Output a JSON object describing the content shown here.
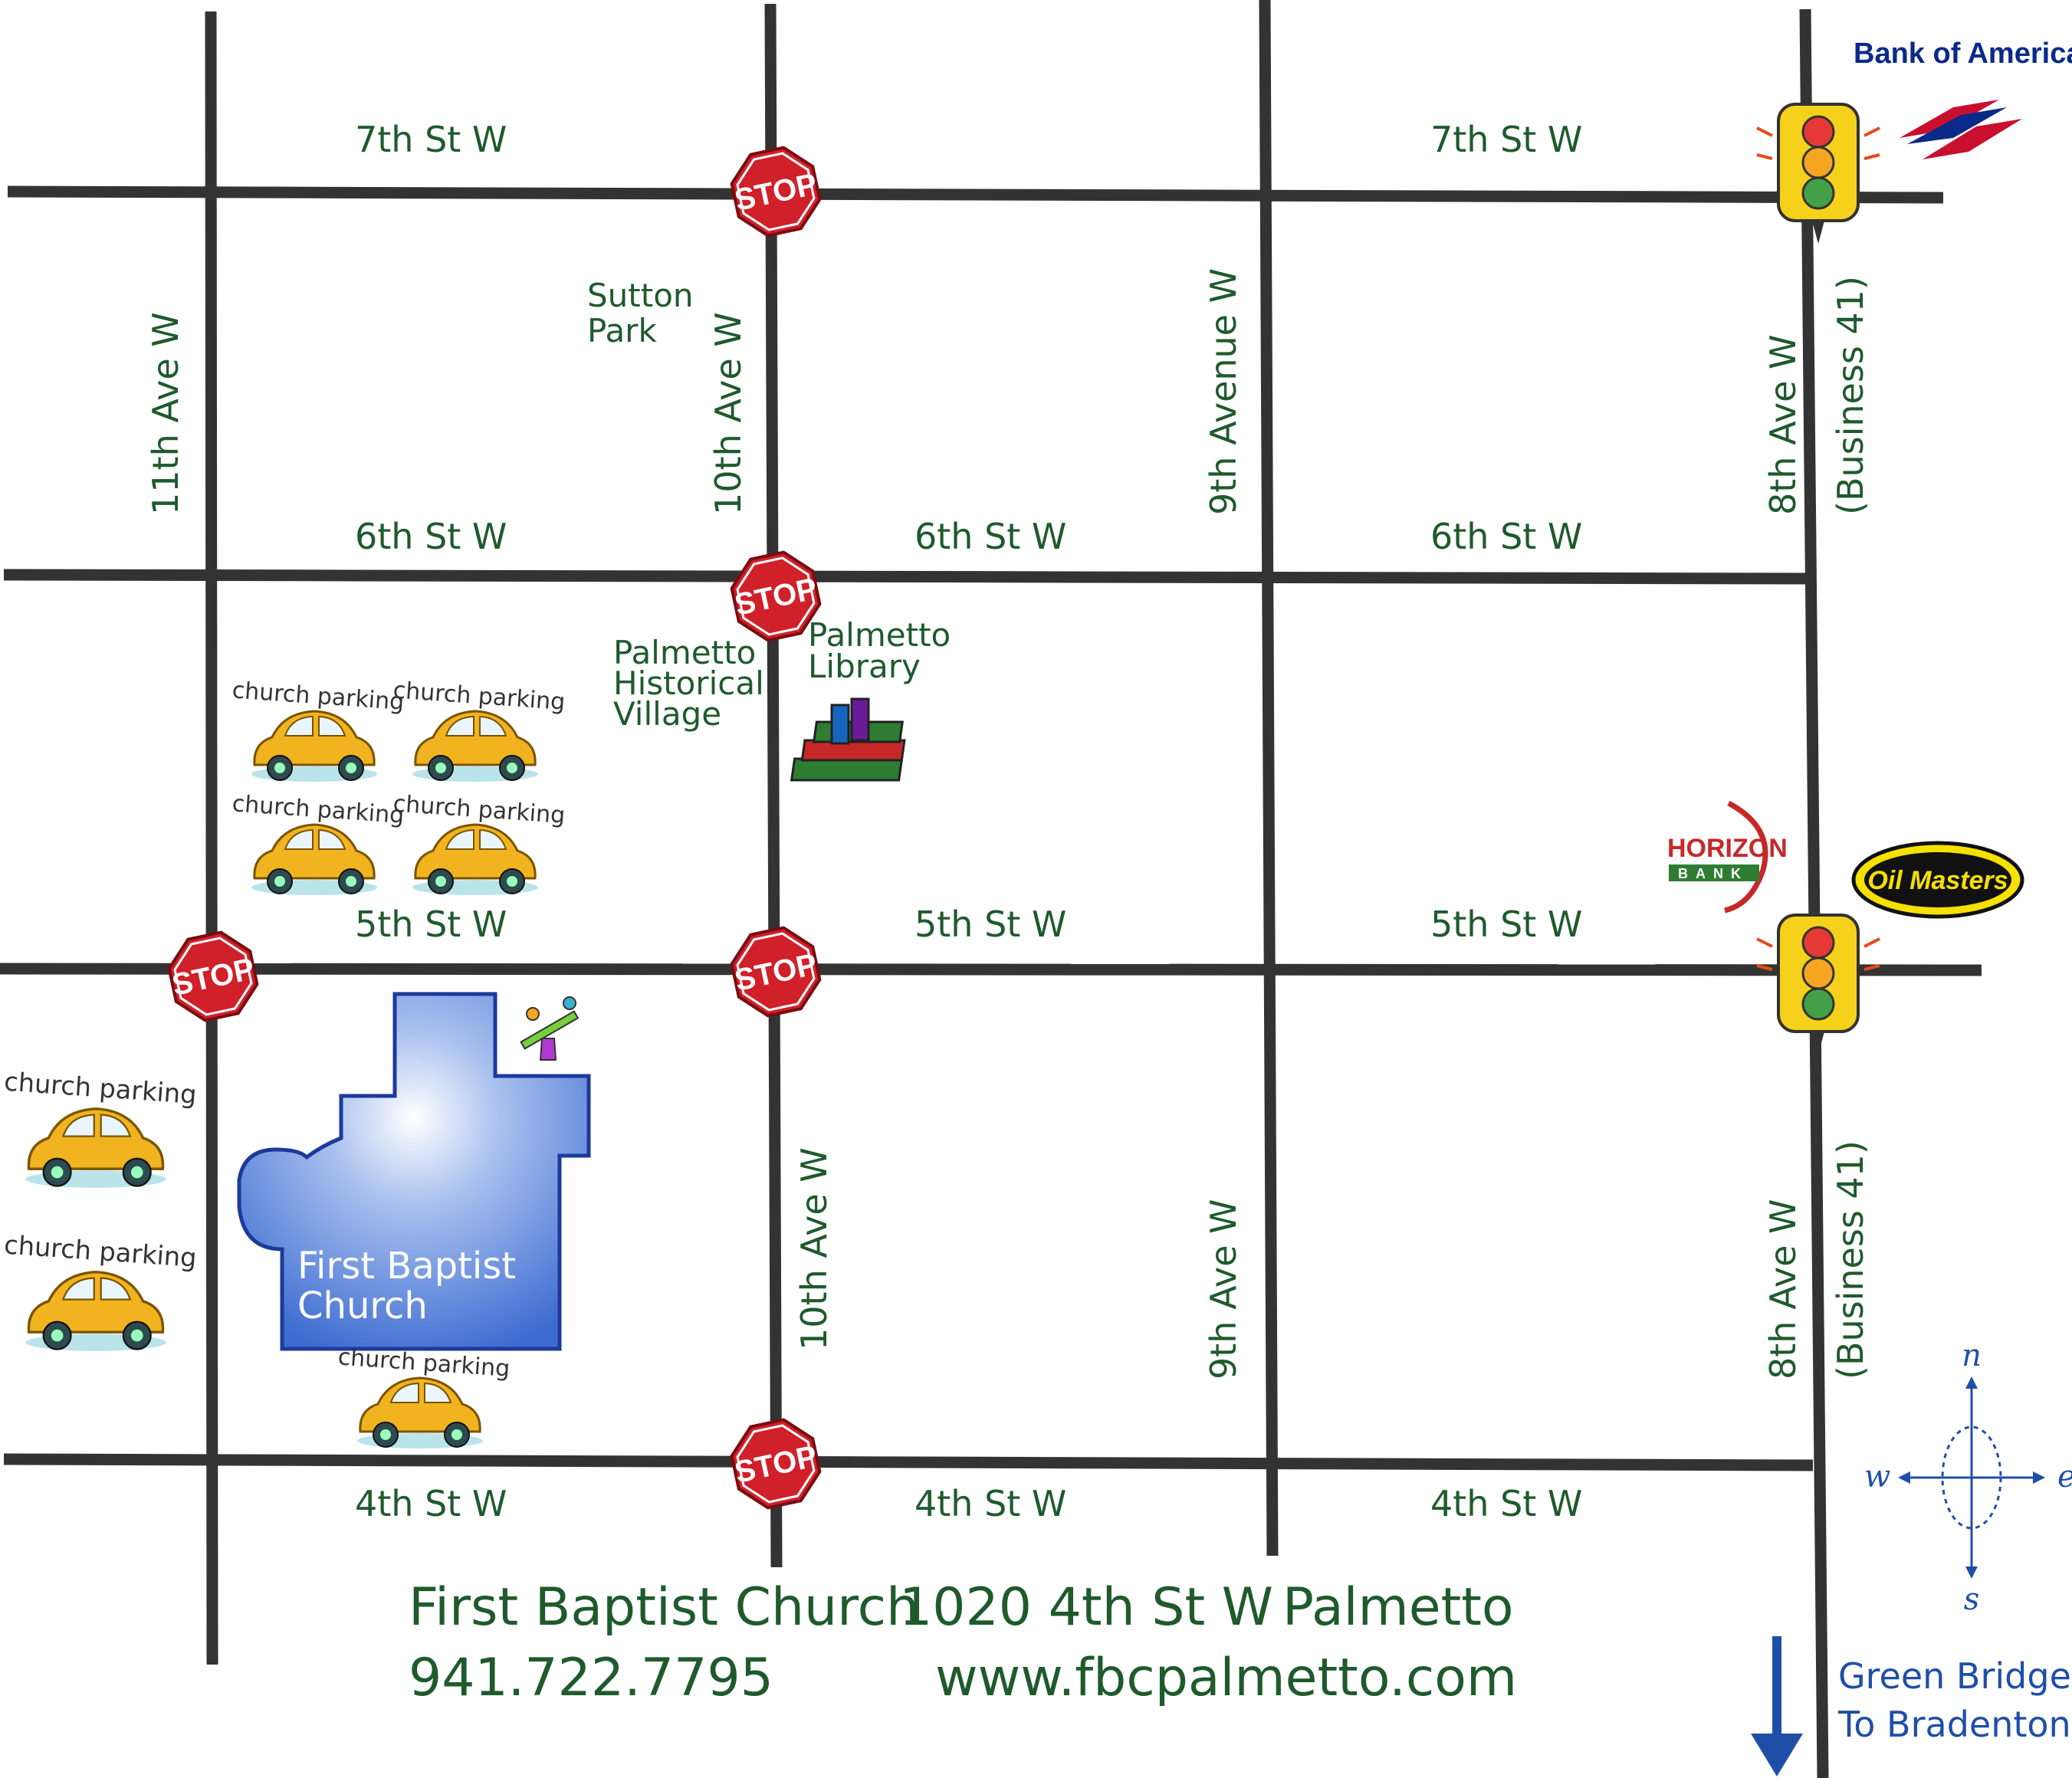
{
  "streets": {
    "st7_left": "7th St W",
    "st7_right": "7th St W",
    "st6_left": "6th St W",
    "st6_mid": "6th St W",
    "st6_right": "6th St W",
    "st5_left": "5th St W",
    "st5_mid": "5th St W",
    "st5_right": "5th St W",
    "st4_left": "4th St W",
    "st4_mid": "4th St W",
    "st4_right": "4th St W",
    "ave11": "11th Ave W",
    "ave10_top": "10th Ave W",
    "ave10_bottom": "10th Ave W",
    "ave9_top": "9th Avenue W",
    "ave9_bottom": "9th Ave W",
    "ave8_top": "8th Ave W",
    "ave8_top_alt": "(Business 41)",
    "ave8_bottom": "8th Ave W",
    "ave8_bottom_alt": "(Business 41)"
  },
  "places": {
    "sutton_line1": "Sutton",
    "sutton_line2": "Park",
    "village_line1": "Palmetto",
    "village_line2": "Historical",
    "village_line3": "Village",
    "library_line1": "Palmetto",
    "library_line2": "Library",
    "church_line1": "First Baptist",
    "church_line2": "Church"
  },
  "parking_label": "church parking",
  "stop_label": "STOP",
  "logos": {
    "bank_of_america": "Bank of America",
    "horizon": "HORIZON",
    "horizon_sub": "BANK",
    "oil_masters": "Oil Masters"
  },
  "compass": {
    "n": "n",
    "s": "s",
    "e": "e",
    "w": "w"
  },
  "footer": {
    "name": "First Baptist Church",
    "address": "1020 4th St W",
    "city": "Palmetto",
    "phone": "941.722.7795",
    "website": "www.fbcpalmetto.com"
  },
  "direction": {
    "line1": "Green Bridge",
    "line2": "To Bradenton"
  },
  "colors": {
    "street_text": "#1f5a2c",
    "road": "#333333",
    "church_fill": "#3f6fd0",
    "stop_red": "#d0202a",
    "arrow_blue": "#1f4ea8"
  }
}
